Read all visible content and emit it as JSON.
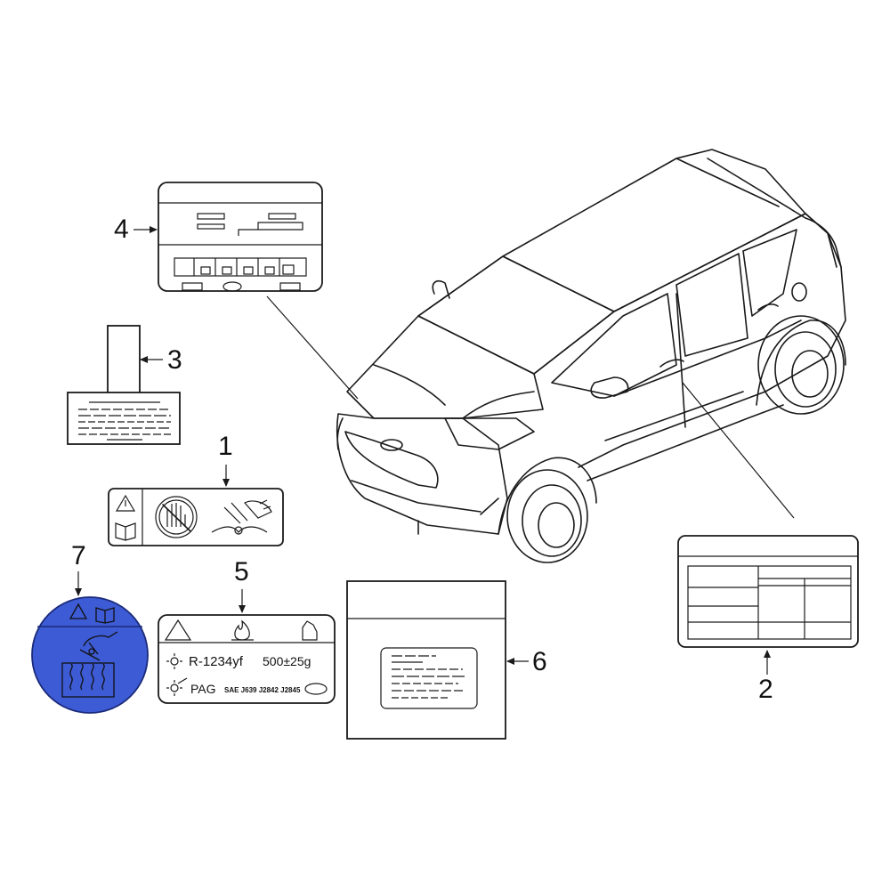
{
  "callouts": [
    "1",
    "2",
    "3",
    "4",
    "5",
    "6",
    "7"
  ],
  "label5": {
    "refrigerant": "R-1234yf",
    "charge": "500±25g",
    "oil": "PAG",
    "standards": "SAE J639 J2842 J2845"
  },
  "colors": {
    "line": "#1a1a1a",
    "highlight_fill": "#3d5bd4",
    "highlight_stroke": "#1a2a7a",
    "background": "#ffffff"
  },
  "icons": [
    "warning-triangle-icon",
    "manual-book-icon",
    "no-hand-icon",
    "fan-hand-icon",
    "flame-icon",
    "oil-can-icon",
    "sun-icon",
    "heater-coil-icon"
  ]
}
